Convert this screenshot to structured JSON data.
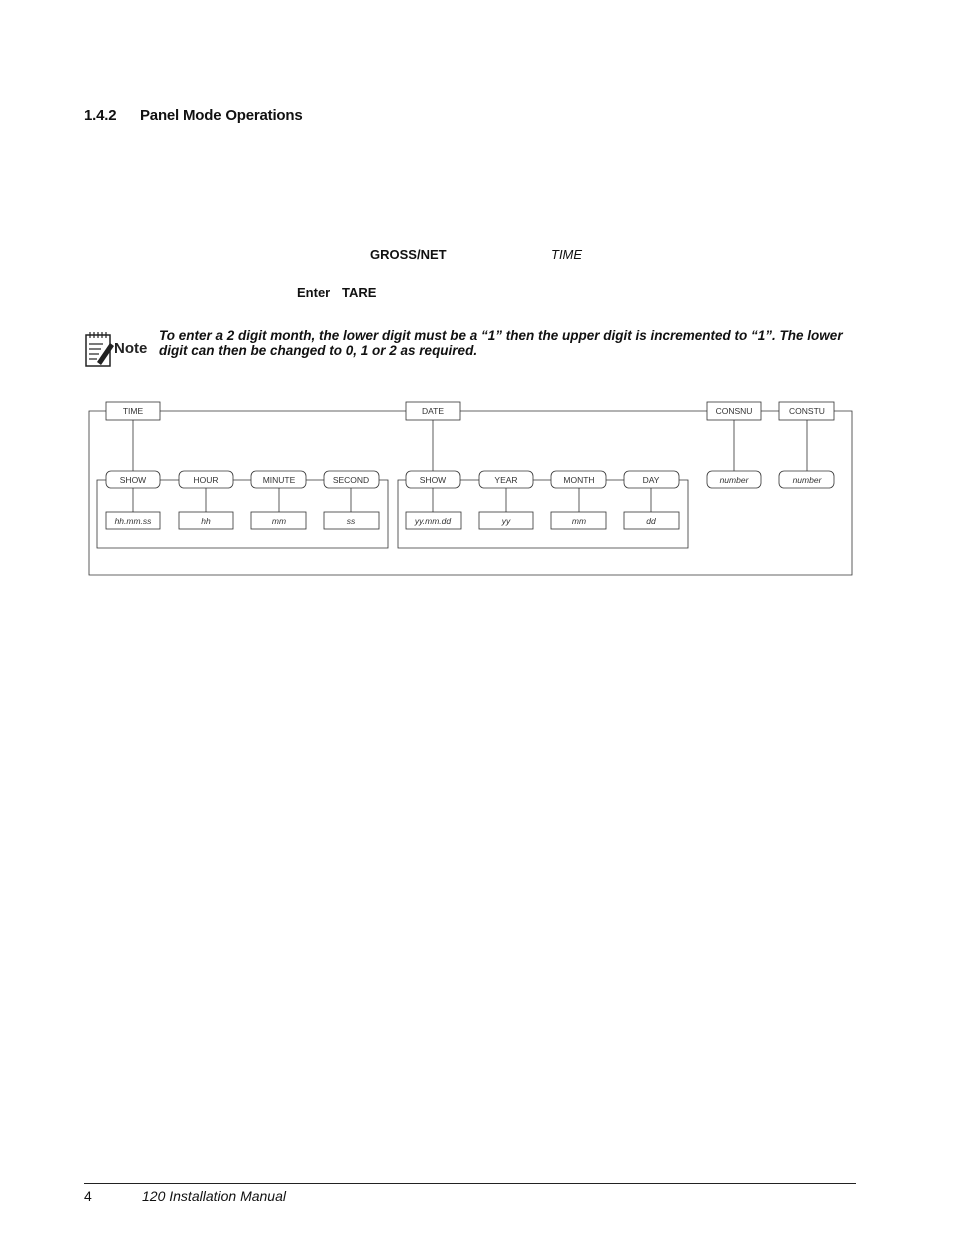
{
  "section": {
    "number": "1.4.2",
    "title": "Panel Mode Operations"
  },
  "inline_terms": {
    "gross_net": "GROSS/NET",
    "time": "TIME",
    "enter": "Enter",
    "tare": "TARE"
  },
  "note": {
    "label": "Note",
    "line1": "To enter a 2 digit month, the lower digit must be a “1” then the upper digit is incremented to “1”. The lower",
    "line2": "digit can then be changed to 0, 1 or 2 as required."
  },
  "menu_tree": {
    "top": [
      "TIME",
      "DATE",
      "CONSNU",
      "CONSTU"
    ],
    "time_params": [
      "SHOW",
      "HOUR",
      "MINUTE",
      "SECOND"
    ],
    "time_values": [
      "hh.mm.ss",
      "hh",
      "mm",
      "ss"
    ],
    "date_params": [
      "SHOW",
      "YEAR",
      "MONTH",
      "DAY"
    ],
    "date_values": [
      "yy.mm.dd",
      "yy",
      "mm",
      "dd"
    ],
    "consnu_value": "number",
    "constu_value": "number"
  },
  "footer": {
    "page": "4",
    "title_num": "120",
    "title_text": " Installation Manual"
  }
}
